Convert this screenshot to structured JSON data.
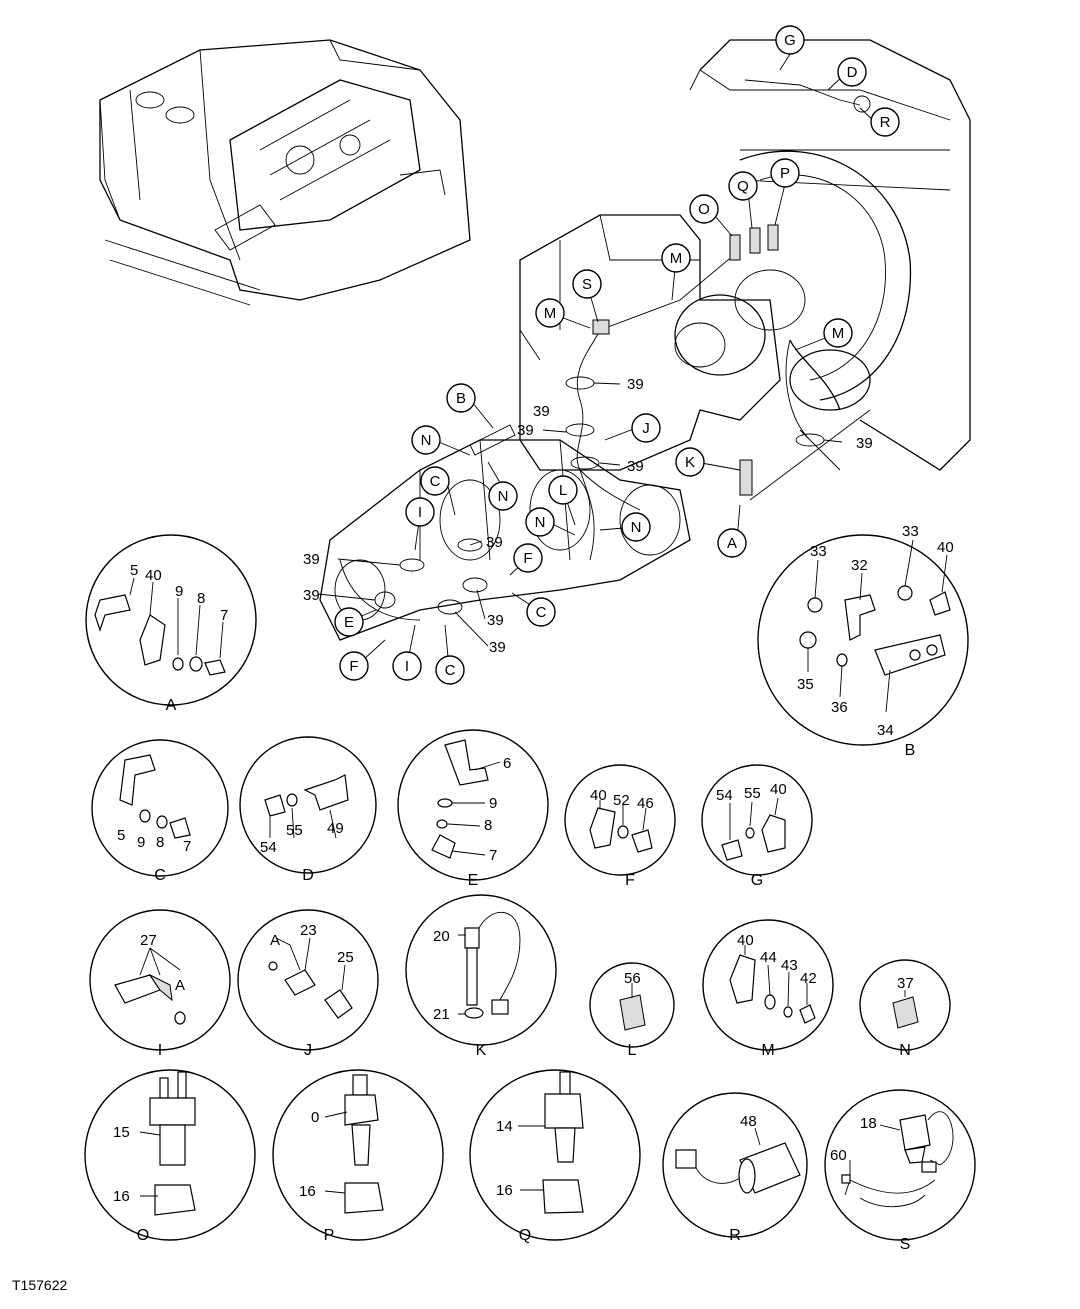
{
  "figure_id": "T157622",
  "main_callouts": [
    "G",
    "D",
    "R",
    "O",
    "Q",
    "P",
    "M",
    "S",
    "M",
    "M",
    "B",
    "J",
    "K",
    "N",
    "N",
    "C",
    "L",
    "N",
    "N",
    "I",
    "F",
    "C",
    "E",
    "F",
    "I",
    "C",
    "A"
  ],
  "main_numbers": [
    "39",
    "39",
    "39",
    "39",
    "39",
    "39",
    "39",
    "39",
    "39",
    "39"
  ],
  "details": [
    {
      "caption": "A",
      "labels": [
        "5",
        "40",
        "9",
        "8",
        "7"
      ]
    },
    {
      "caption": "B",
      "labels": [
        "33",
        "32",
        "33",
        "40",
        "35",
        "36",
        "34"
      ]
    },
    {
      "caption": "C",
      "labels": [
        "5",
        "9",
        "8",
        "7"
      ]
    },
    {
      "caption": "D",
      "labels": [
        "54",
        "55",
        "49"
      ]
    },
    {
      "caption": "E",
      "labels": [
        "6",
        "9",
        "8",
        "7"
      ]
    },
    {
      "caption": "F",
      "labels": [
        "40",
        "52",
        "46"
      ]
    },
    {
      "caption": "G",
      "labels": [
        "54",
        "55",
        "40"
      ]
    },
    {
      "caption": "I",
      "labels": [
        "27",
        "A"
      ]
    },
    {
      "caption": "J",
      "labels": [
        "A",
        "23",
        "25"
      ]
    },
    {
      "caption": "K",
      "labels": [
        "20",
        "21"
      ]
    },
    {
      "caption": "L",
      "labels": [
        "56"
      ]
    },
    {
      "caption": "M",
      "labels": [
        "40",
        "44",
        "43",
        "42"
      ]
    },
    {
      "caption": "N",
      "labels": [
        "37"
      ]
    },
    {
      "caption": "O",
      "labels": [
        "15",
        "16"
      ]
    },
    {
      "caption": "P",
      "labels": [
        "0",
        "16"
      ]
    },
    {
      "caption": "Q",
      "labels": [
        "14",
        "16"
      ]
    },
    {
      "caption": "R",
      "labels": [
        "48"
      ]
    },
    {
      "caption": "S",
      "labels": [
        "18",
        "60"
      ]
    }
  ]
}
